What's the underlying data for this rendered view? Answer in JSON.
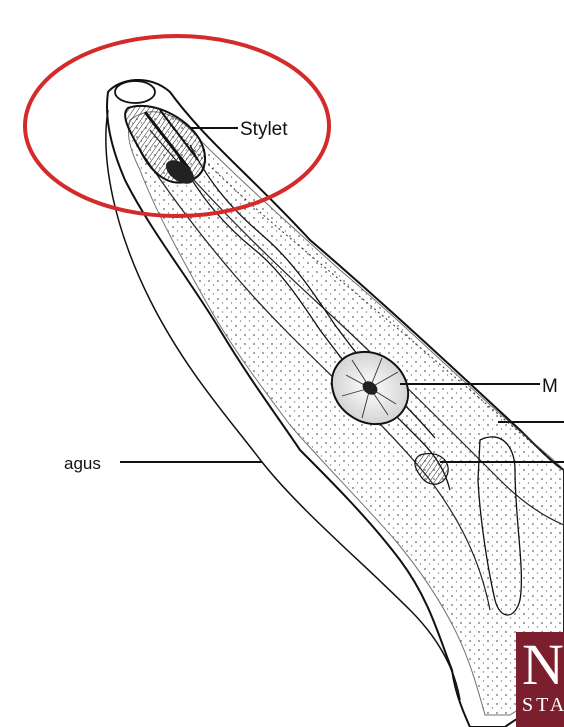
{
  "labels": {
    "stylet": "Stylet",
    "median_bulb": "M",
    "esophagus": "agus"
  },
  "logo": {
    "letter": "N",
    "subtext": "STA"
  },
  "colors": {
    "highlight_circle": "#d42a2a",
    "logo_background": "#7b1f2e",
    "ink": "#111111"
  }
}
